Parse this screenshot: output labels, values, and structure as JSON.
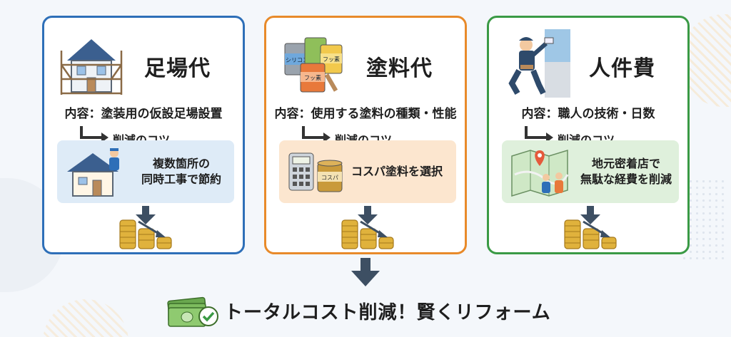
{
  "cards": [
    {
      "title": "足場代",
      "naiyou": "内容：塗装用の仮設足場設置",
      "tip_label": "削減のコツ",
      "tip_lines": [
        "複数箇所の",
        "同時工事で節約"
      ],
      "border_color": "#2e6fb8",
      "illustration": "scaffold-house-icon",
      "tip_icon": "roof-worker-icon"
    },
    {
      "title": "塗料代",
      "naiyou": "内容：使用する塗料の種類・性能",
      "tip_label": "削減のコツ",
      "tip_lines": [
        "コスパ塗料を選択"
      ],
      "paint_labels": [
        "シリコン",
        "フッ素",
        "フッ素"
      ],
      "calc_can_label": "コスパ",
      "border_color": "#e88a2a",
      "illustration": "paint-cans-icon",
      "tip_icon": "calculator-paint-icon"
    },
    {
      "title": "人件費",
      "naiyou": "内容：職人の技術・日数",
      "tip_label": "削減のコツ",
      "tip_lines": [
        "地元密着店で",
        "無駄な経費を削減"
      ],
      "border_color": "#3a9a45",
      "illustration": "painter-worker-icon",
      "tip_icon": "map-handshake-icon"
    }
  ],
  "bottom": {
    "text": "トータルコスト削減！賢くリフォーム",
    "icon": "money-check-icon"
  }
}
